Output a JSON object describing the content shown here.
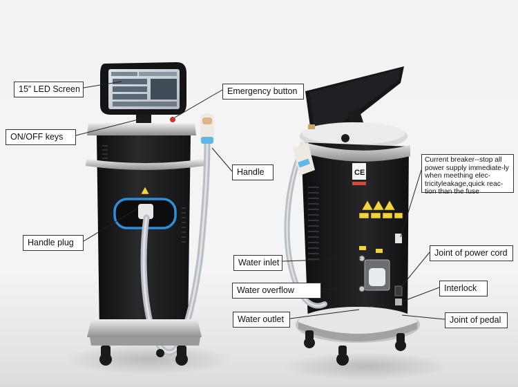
{
  "callouts_left_machine": {
    "led_screen": "15” LED Screen",
    "on_off_keys": "ON/OFF keys",
    "handle_plug": "Handle plug",
    "emergency_button": "Emergency button",
    "handle": "Handle"
  },
  "callouts_right_machine": {
    "current_breaker": "Current breaker--stop all power supply immediate-ly when meething elec-tricityleakage,quick reac-tion than the fuse",
    "water_inlet": "Water inlet",
    "water_overflow": "Water overflow",
    "water_outlet": "Water outlet",
    "joint_power_cord": "Joint of power cord",
    "interlock": "Interlock",
    "joint_pedal": "Joint of pedal"
  },
  "colors": {
    "background": "#f3f3f3",
    "cabinet": "#1c1c1e",
    "frame": "#c9c9c9",
    "accent_blue": "#2d8fd8",
    "warning_yellow": "#f2d43a",
    "hose": "#b8bec4"
  }
}
